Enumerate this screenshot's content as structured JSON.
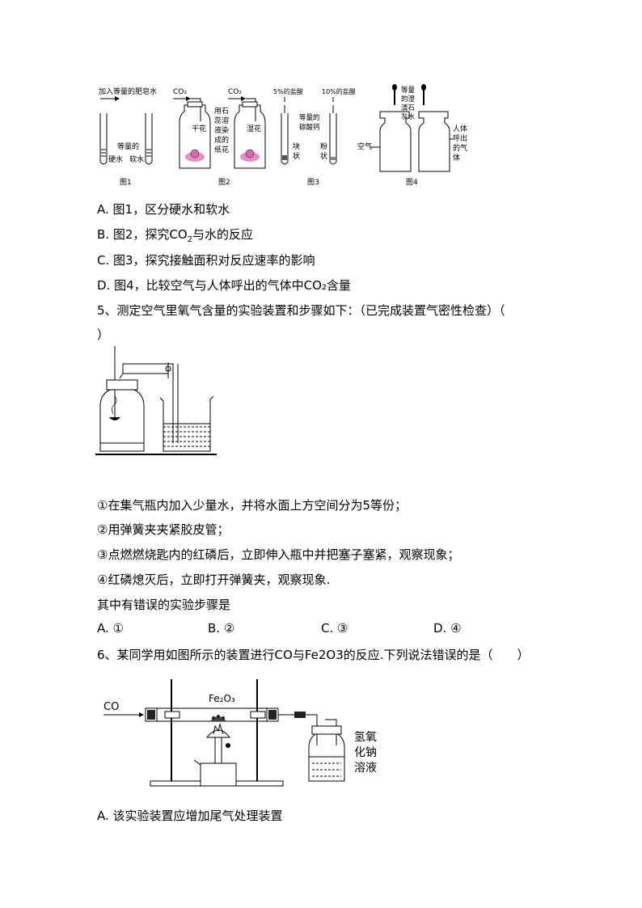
{
  "figure_row": {
    "fig1": {
      "top_label": "加入等量的肥皂水",
      "middle_label_1": "等量的",
      "left_label": "硬水",
      "right_label": "软水",
      "caption": "图1"
    },
    "fig2": {
      "co2_left": "CO₂",
      "co2_right": "CO₂",
      "left_flower": "干花",
      "side_text": [
        "用石",
        "蕊溶",
        "液染",
        "成的",
        "纸花"
      ],
      "right_flower": "湿花",
      "caption": "图2"
    },
    "fig3": {
      "acid_left": "5%的盐酸",
      "acid_right": "10%的盐酸",
      "middle_text": [
        "等量的",
        "碳酸钙"
      ],
      "block": [
        "块",
        "状"
      ],
      "powder": [
        "粉",
        "状"
      ],
      "caption": "图3"
    },
    "fig4": {
      "dropper_text": [
        "等量",
        "的澄",
        "清石",
        "灰水"
      ],
      "air": "空气",
      "breath": [
        "人体",
        "呼出",
        "的气",
        "体"
      ],
      "caption": "图4"
    }
  },
  "q4_options": {
    "A": "A. 图1，区分硬水和软水",
    "B_pre": "B. 图2，探究CO",
    "B_sub": "2",
    "B_post": "与水的反应",
    "C": "C. 图3，探究接触面积对反应速率的影响",
    "D": "D. 图4，比较空气与人体呼出的气体中CO₂含量"
  },
  "q5": {
    "stem_line1": "5、测定空气里氧气含量的实验装置和步骤如下：（已完成装置气密性检查）（",
    "stem_line2": "）",
    "steps": [
      "①在集气瓶内加入少量水，并将水面上方空间分为5等份；",
      "②用弹簧夹夹紧胶皮管；",
      "③点燃燃烧匙内的红磷后，立即伸入瓶中并把塞子塞紧，观察现象；",
      "④红磷熄灭后，立即打开弹簧夹，观察现象."
    ],
    "question": "其中有错误的实验步骤是",
    "options": [
      "A. ①",
      "B. ②",
      "C. ③",
      "D. ④"
    ]
  },
  "q6": {
    "stem": "6、某同学用如图所示的装置进行CO与Fe2O3的反应.下列说法错误的是（　　）",
    "co_label": "CO",
    "fe2o3_label": "Fe₂O₃",
    "naoh_label": [
      "氢氧",
      "化钠",
      "溶液"
    ],
    "option_a": "A. 该实验装置应增加尾气处理装置"
  }
}
